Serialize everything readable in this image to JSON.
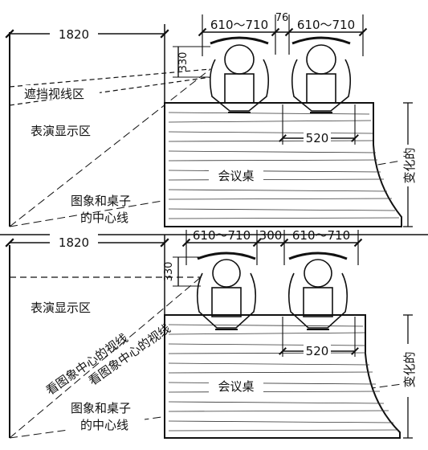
{
  "top": {
    "dim_width": "1820",
    "dim_seat": "610～710",
    "dim_gap": "76",
    "dim_seat2": "610～710",
    "dim_330": "330",
    "dim_520": "520",
    "label_block": "遮挡视线区",
    "label_display": "表演显示区",
    "label_table": "会议桌",
    "label_center_1": "图象和桌子",
    "label_center_2": "的中心线",
    "label_variable": "变化的"
  },
  "bottom": {
    "dim_width": "1820",
    "dim_seat": "610～710",
    "dim_gap": "300",
    "dim_seat2": "610～710",
    "dim_330": "330",
    "dim_520": "520",
    "label_display": "表演显示区",
    "label_sight_1": "看图象中心的视线",
    "label_sight_2": "看图象中心的视线",
    "label_table": "会议桌",
    "label_center_1": "图象和桌子",
    "label_center_2": "的中心线",
    "label_variable": "变化的"
  },
  "colors": {
    "ink": "#111111",
    "paper": "#ffffff"
  }
}
